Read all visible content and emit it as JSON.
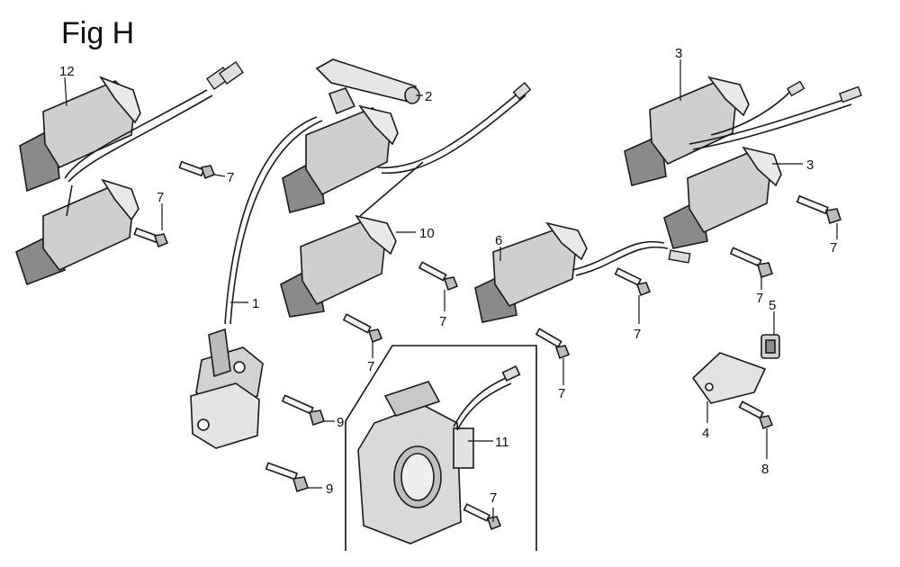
{
  "figure": {
    "title": "Fig H"
  },
  "callouts": [
    {
      "id": "c12",
      "label": "12"
    },
    {
      "id": "c7a",
      "label": "7"
    },
    {
      "id": "c7b",
      "label": "7"
    },
    {
      "id": "c2",
      "label": "2"
    },
    {
      "id": "c1",
      "label": "1"
    },
    {
      "id": "c10",
      "label": "10"
    },
    {
      "id": "c7c",
      "label": "7"
    },
    {
      "id": "c7d",
      "label": "7"
    },
    {
      "id": "c9a",
      "label": "9"
    },
    {
      "id": "c9b",
      "label": "9"
    },
    {
      "id": "c11",
      "label": "11"
    },
    {
      "id": "c7e",
      "label": "7"
    },
    {
      "id": "c6",
      "label": "6"
    },
    {
      "id": "c7f",
      "label": "7"
    },
    {
      "id": "c7g",
      "label": "7"
    },
    {
      "id": "c3a",
      "label": "3"
    },
    {
      "id": "c3b",
      "label": "3"
    },
    {
      "id": "c7h",
      "label": "7"
    },
    {
      "id": "c7i",
      "label": "7"
    },
    {
      "id": "c5",
      "label": "5"
    },
    {
      "id": "c4",
      "label": "4"
    },
    {
      "id": "c8",
      "label": "8"
    }
  ]
}
